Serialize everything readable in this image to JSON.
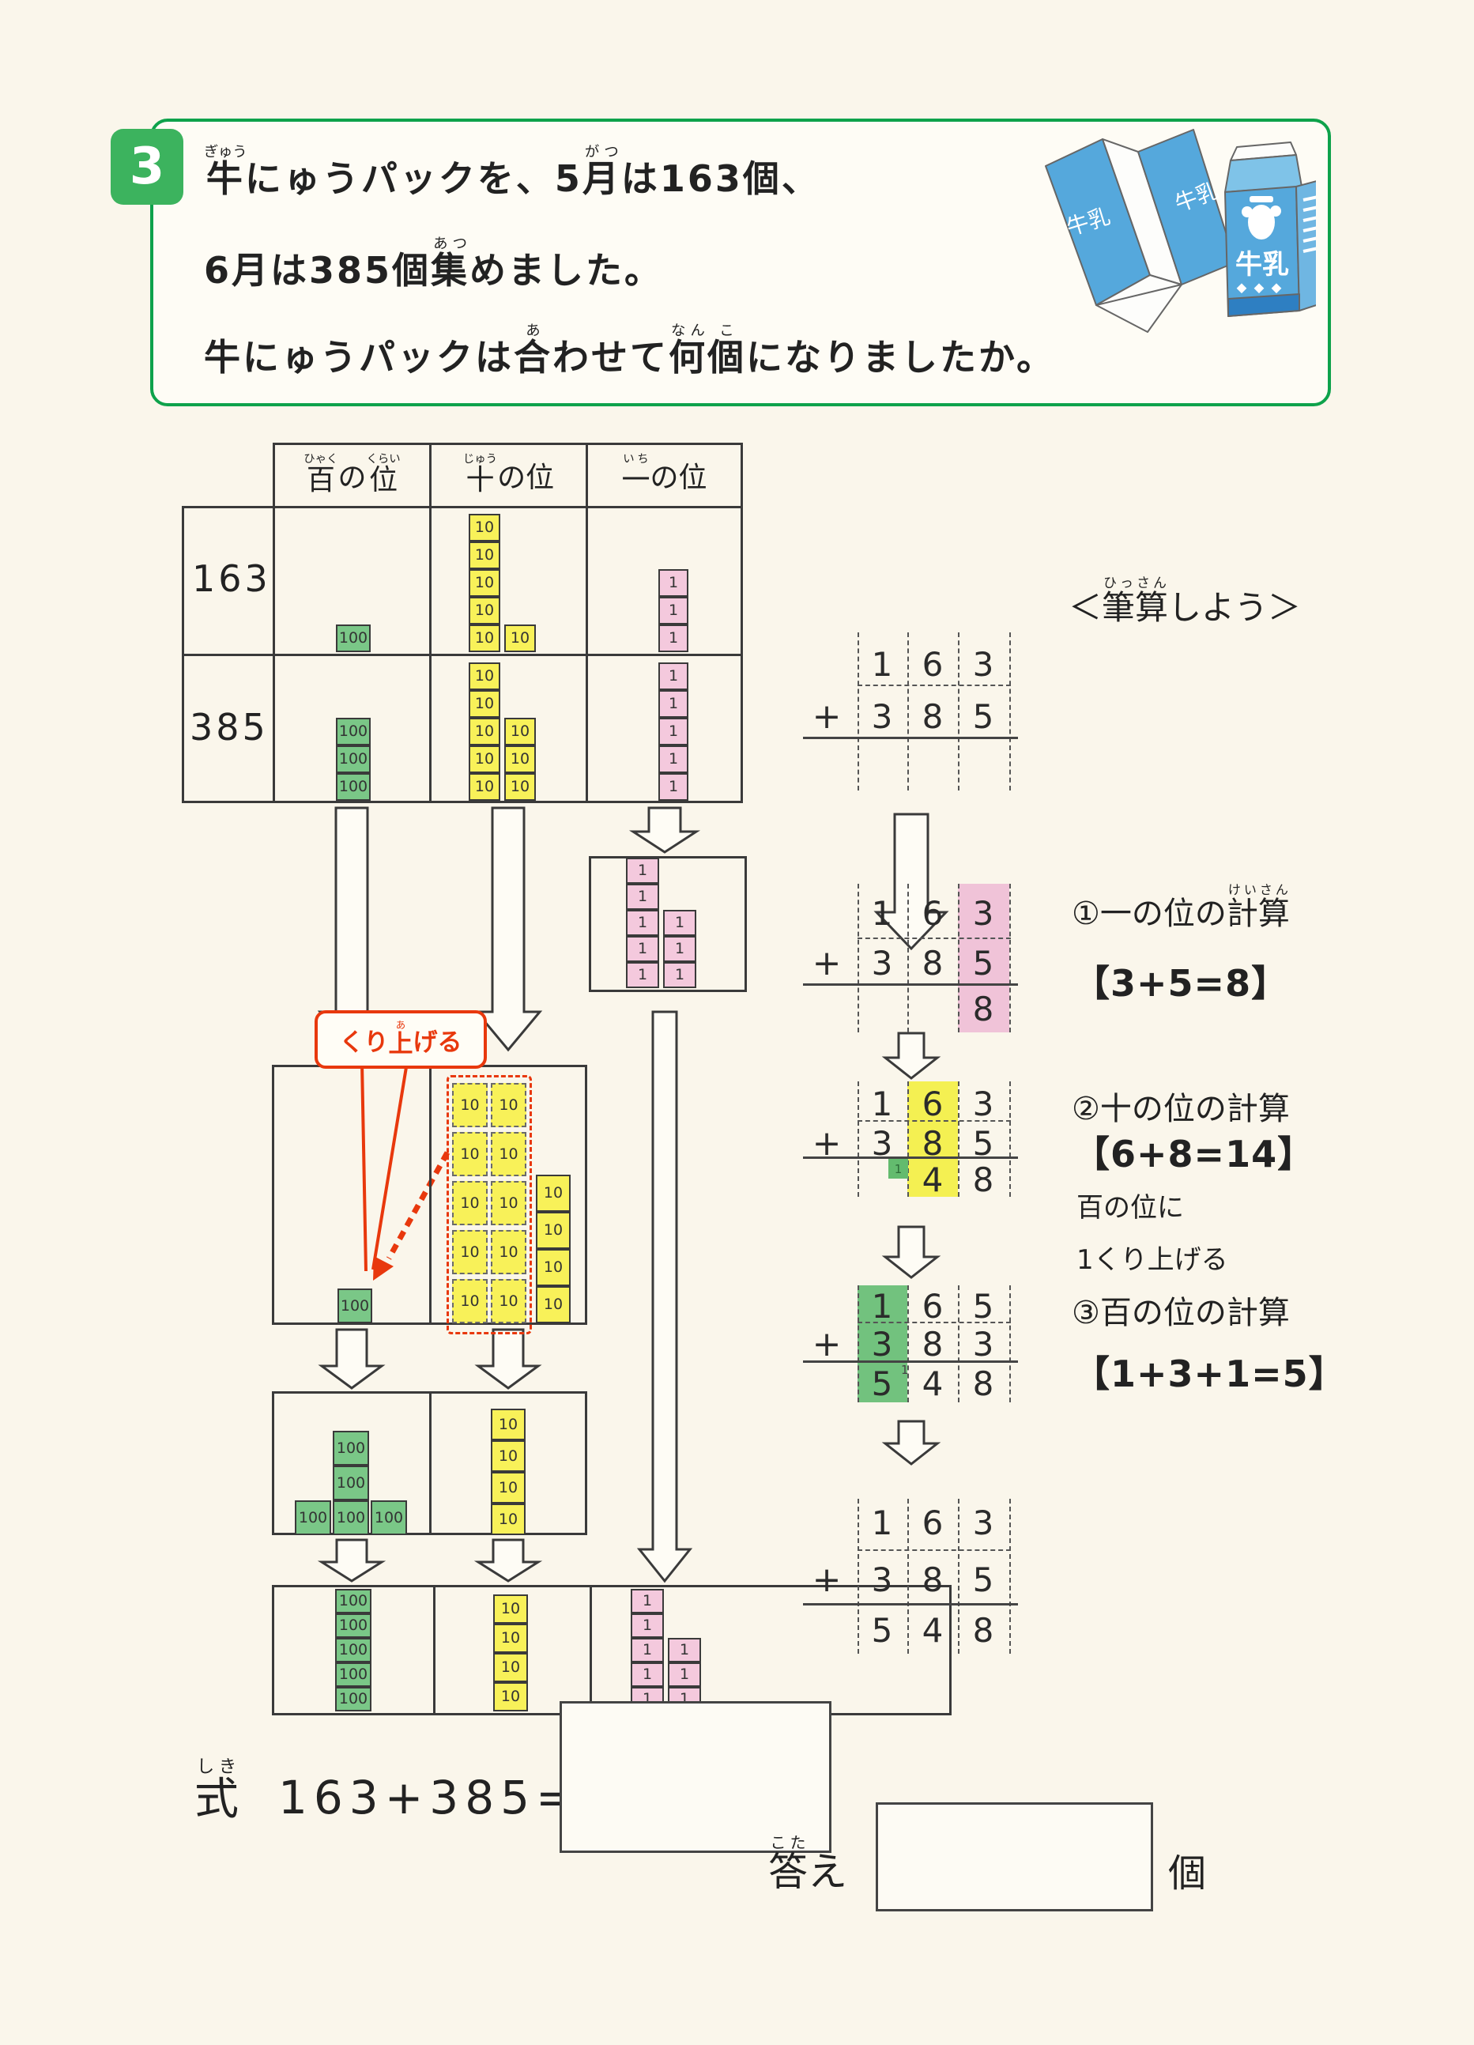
{
  "problem": {
    "number": "3",
    "line1": [
      {
        "t": "牛",
        "r": "ぎゅう"
      },
      {
        "t": "にゅうパックを、5"
      },
      {
        "t": "月",
        "r": "がつ"
      },
      {
        "t": "は163個、"
      }
    ],
    "line2": [
      {
        "t": "6月は385個"
      },
      {
        "t": "集",
        "r": "あつ"
      },
      {
        "t": "めました。"
      }
    ],
    "line3": [
      {
        "t": "牛にゅうパックは"
      },
      {
        "t": "合",
        "r": "あ"
      },
      {
        "t": "わせて"
      },
      {
        "t": "何",
        "r": "なん"
      },
      {
        "t": "個",
        "r": "こ"
      },
      {
        "t": "になりましたか。"
      }
    ],
    "milk_label": "牛乳"
  },
  "table": {
    "header_hundreds": [
      {
        "t": "百",
        "r": "ひゃく"
      },
      {
        "t": "の"
      },
      {
        "t": "位",
        "r": "くらい"
      }
    ],
    "header_tens": [
      {
        "t": "十",
        "r": "じゅう"
      },
      {
        "t": "の位"
      }
    ],
    "header_ones": [
      {
        "t": "一",
        "r": "いち"
      },
      {
        "t": "の位"
      }
    ],
    "row1_label": "163",
    "row2_label": "385",
    "block_counts": {
      "row163": {
        "hundreds": 1,
        "tens": 6,
        "ones": 3
      },
      "row385": {
        "hundreds": 3,
        "tens": 8,
        "ones": 5
      },
      "ones_combined": 8,
      "tens_regrouped_to_hundred": 10,
      "tens_remaining": 4,
      "hundreds_combined": 5,
      "final": {
        "hundreds": 5,
        "tens": 4,
        "ones": 8
      }
    }
  },
  "labels": {
    "hundred": "100",
    "ten": "10",
    "one": "1"
  },
  "carry_callout": [
    {
      "t": "くり"
    },
    {
      "t": "上",
      "r": "あ"
    },
    {
      "t": "げる"
    }
  ],
  "hissan": {
    "title": [
      {
        "t": "＜"
      },
      {
        "t": "筆算",
        "r": "ひっさん"
      },
      {
        "t": "しよう＞"
      }
    ],
    "plus": "+",
    "s1": {
      "row1": [
        "1",
        "6",
        "3"
      ],
      "row2": [
        "3",
        "8",
        "5"
      ],
      "ans": [
        "",
        "",
        ""
      ]
    },
    "s2": {
      "row1": [
        "1",
        "6",
        "3"
      ],
      "row2": [
        "3",
        "8",
        "5"
      ],
      "ans": [
        "",
        "",
        "8"
      ]
    },
    "s3": {
      "row1": [
        "1",
        "6",
        "3"
      ],
      "row2": [
        "3",
        "8",
        "5"
      ],
      "ans": [
        "",
        "4",
        "8"
      ],
      "carry": "1"
    },
    "s4": {
      "row1": [
        "1",
        "6",
        "5"
      ],
      "row2": [
        "3",
        "8",
        "3"
      ],
      "ans": [
        "5",
        "4",
        "8"
      ],
      "carry": "1"
    },
    "s5": {
      "row1": [
        "1",
        "6",
        "3"
      ],
      "row2": [
        "3",
        "8",
        "5"
      ],
      "ans": [
        "5",
        "4",
        "8"
      ]
    }
  },
  "steps": {
    "step1": {
      "label": [
        {
          "t": "①一の位の"
        },
        {
          "t": "計算",
          "r": "けいさん"
        }
      ],
      "formula": "【3+5=8】"
    },
    "step2": {
      "label": [
        {
          "t": "②十の位の計算"
        }
      ],
      "formula": "【6+8=14】",
      "note1": "百の位に",
      "note2": "1くり上げる"
    },
    "step3": {
      "label": [
        {
          "t": "③百の位の計算"
        }
      ],
      "formula": "【1+3+1=5】"
    }
  },
  "bottom": {
    "shiki": [
      {
        "t": "式",
        "r": "しき"
      }
    ],
    "equation": "163+385=",
    "kotae": [
      {
        "t": "答",
        "r": "こた"
      },
      {
        "t": "え"
      }
    ],
    "unit": "個"
  },
  "colors": {
    "frame_green": "#0EA24B",
    "badge_green": "#3CB35E",
    "block_green": "#7AC787",
    "block_yellow": "#F8F159",
    "block_pink": "#F4C9DD",
    "band_pink": "#F0C3D8",
    "band_yellow": "#F4F052",
    "band_green": "#72C27E",
    "carry_green": "#63BB6E",
    "red": "#E8380D",
    "milk_blue": "#55A8DC"
  }
}
